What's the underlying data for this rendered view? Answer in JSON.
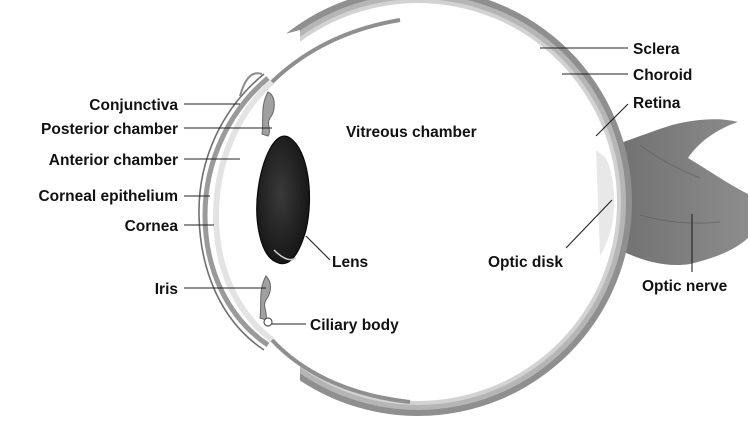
{
  "labels": {
    "sclera": "Sclera",
    "choroid": "Choroid",
    "retina": "Retina",
    "conjunctiva": "Conjunctiva",
    "posterior_chamber": "Posterior chamber",
    "anterior_chamber": "Anterior chamber",
    "corneal_epithelium": "Corneal epithelium",
    "cornea": "Cornea",
    "vitreous_chamber": "Vitreous chamber",
    "lens": "Lens",
    "optic_disk": "Optic disk",
    "optic_nerve": "Optic nerve",
    "iris": "Iris",
    "ciliary_body": "Ciliary body"
  },
  "colors": {
    "sclera": "#8a8a8a",
    "tissue": "#9a9a9a",
    "lens": "#1e1e1e",
    "text": "#111111"
  }
}
